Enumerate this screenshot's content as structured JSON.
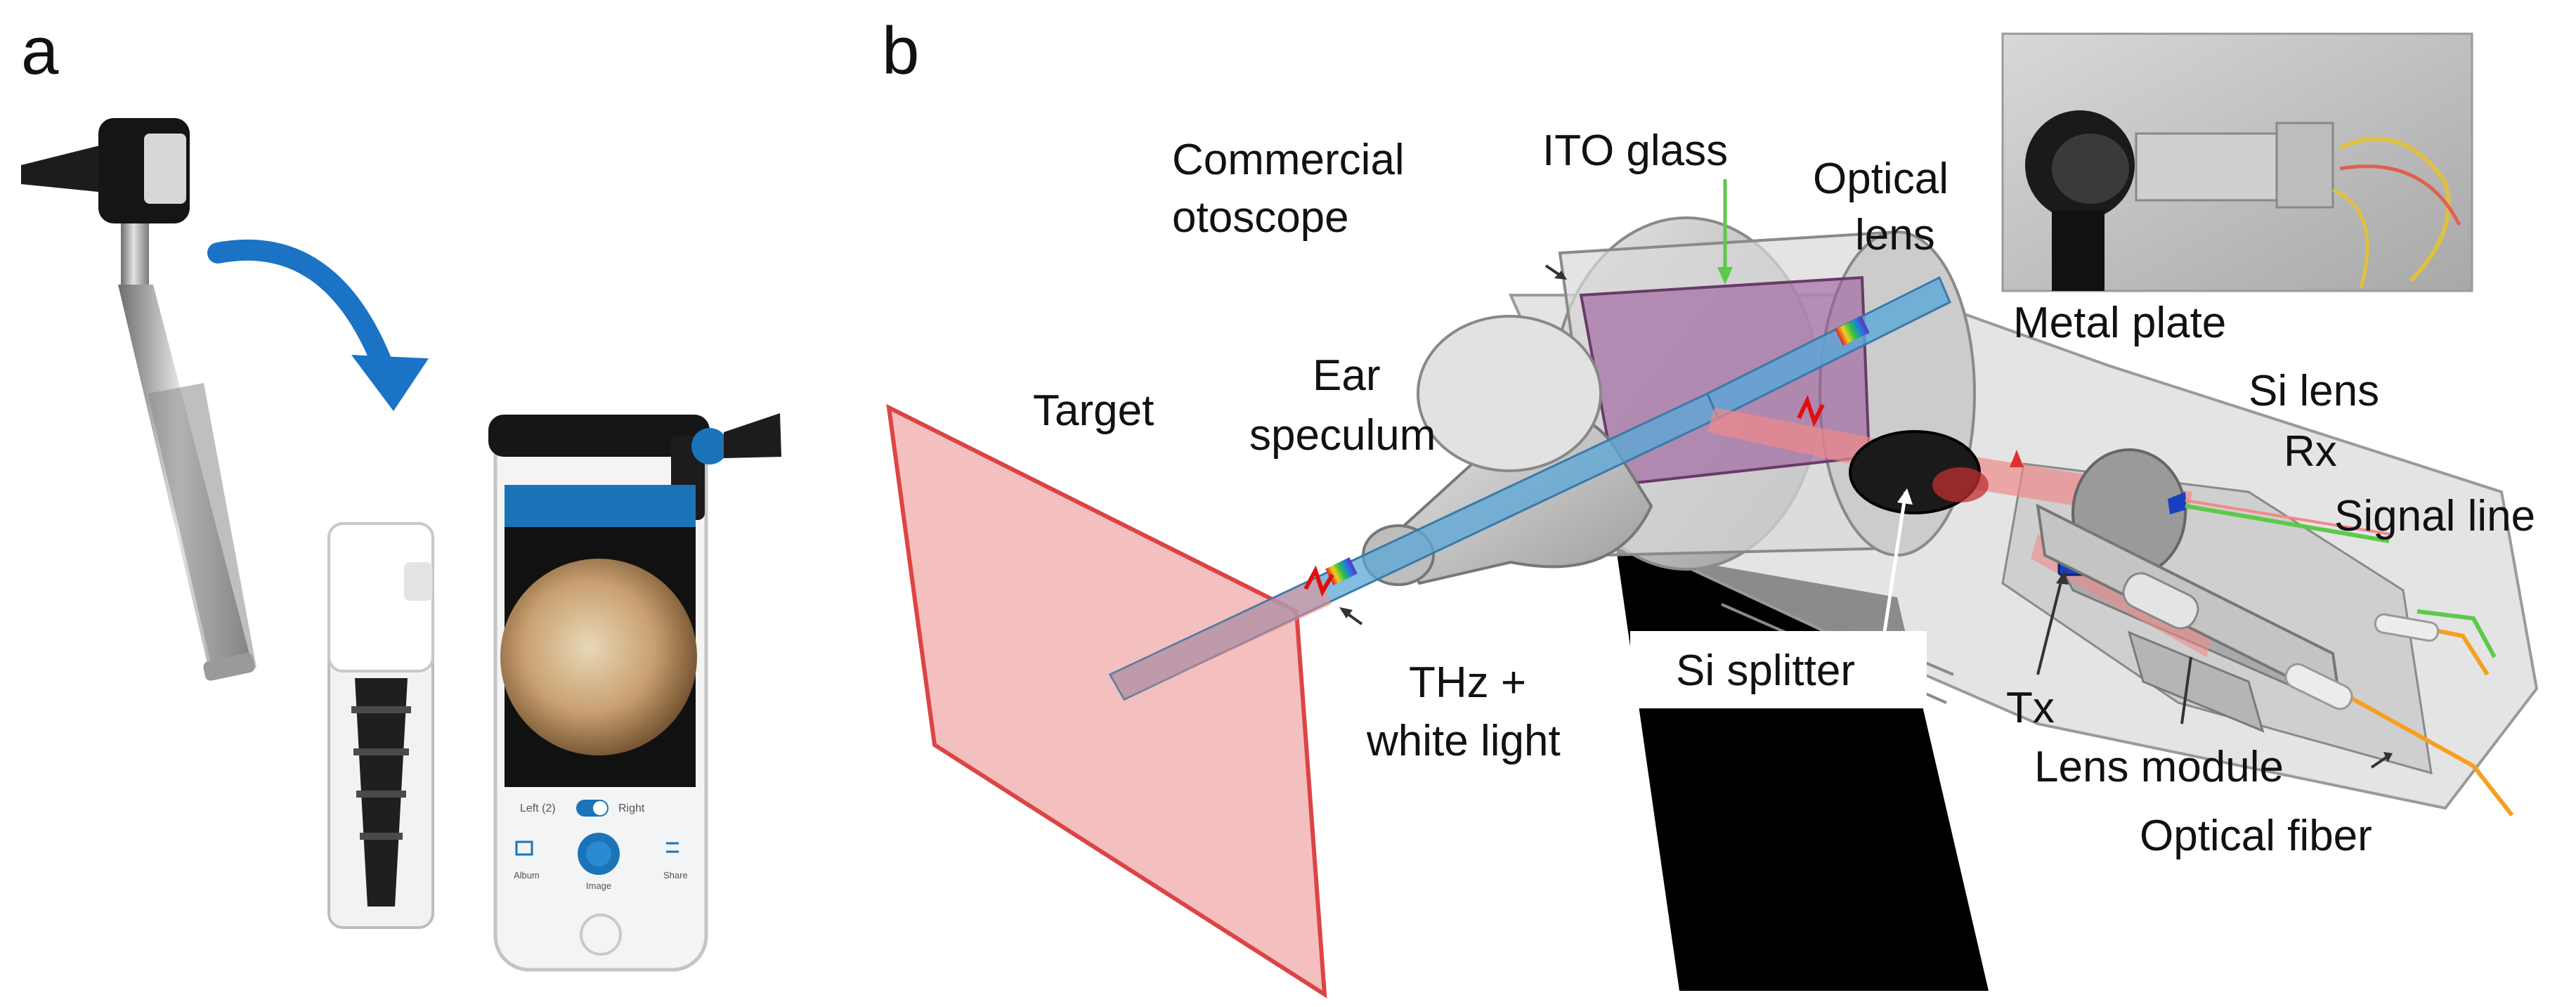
{
  "panels": {
    "a": {
      "letter": "a"
    },
    "b": {
      "letter": "b"
    }
  },
  "phone": {
    "toggle_left": "Left (2)",
    "toggle_right": "Right",
    "btn_left": "Album",
    "btn_center": "Image",
    "btn_right": "Share"
  },
  "labels": {
    "commercial": "Commercial",
    "otoscope": "otoscope",
    "ito_glass": "ITO glass",
    "optical": "Optical",
    "lens": "lens",
    "metal_plate": "Metal plate",
    "target": "Target",
    "ear": "Ear",
    "speculum": "speculum",
    "si_lens": "Si lens",
    "rx": "Rx",
    "signal_line": "Signal line",
    "si_splitter": "Si splitter",
    "thz": "THz +",
    "white_light": "white light",
    "tx": "Tx",
    "lens_module": "Lens module",
    "optical_fiber": "Optical fiber"
  },
  "icons": {
    "curved_arrow": "blue-curved-arrow-icon",
    "otoscope": "handheld-otoscope-icon",
    "specula_case": "specula-case-icon",
    "phone": "smartphone-otoscope-icon"
  },
  "colors": {
    "arrow_blue": "#1a73c4",
    "app_blue": "#1b74b8",
    "target_red": "#e98a8a",
    "beam_blue": "#5aa8d8",
    "beam_red": "#f08a8a",
    "fiber_orange": "#f5a020",
    "signal_green": "#5dc94a",
    "ito_purple": "#9a5a9a"
  }
}
